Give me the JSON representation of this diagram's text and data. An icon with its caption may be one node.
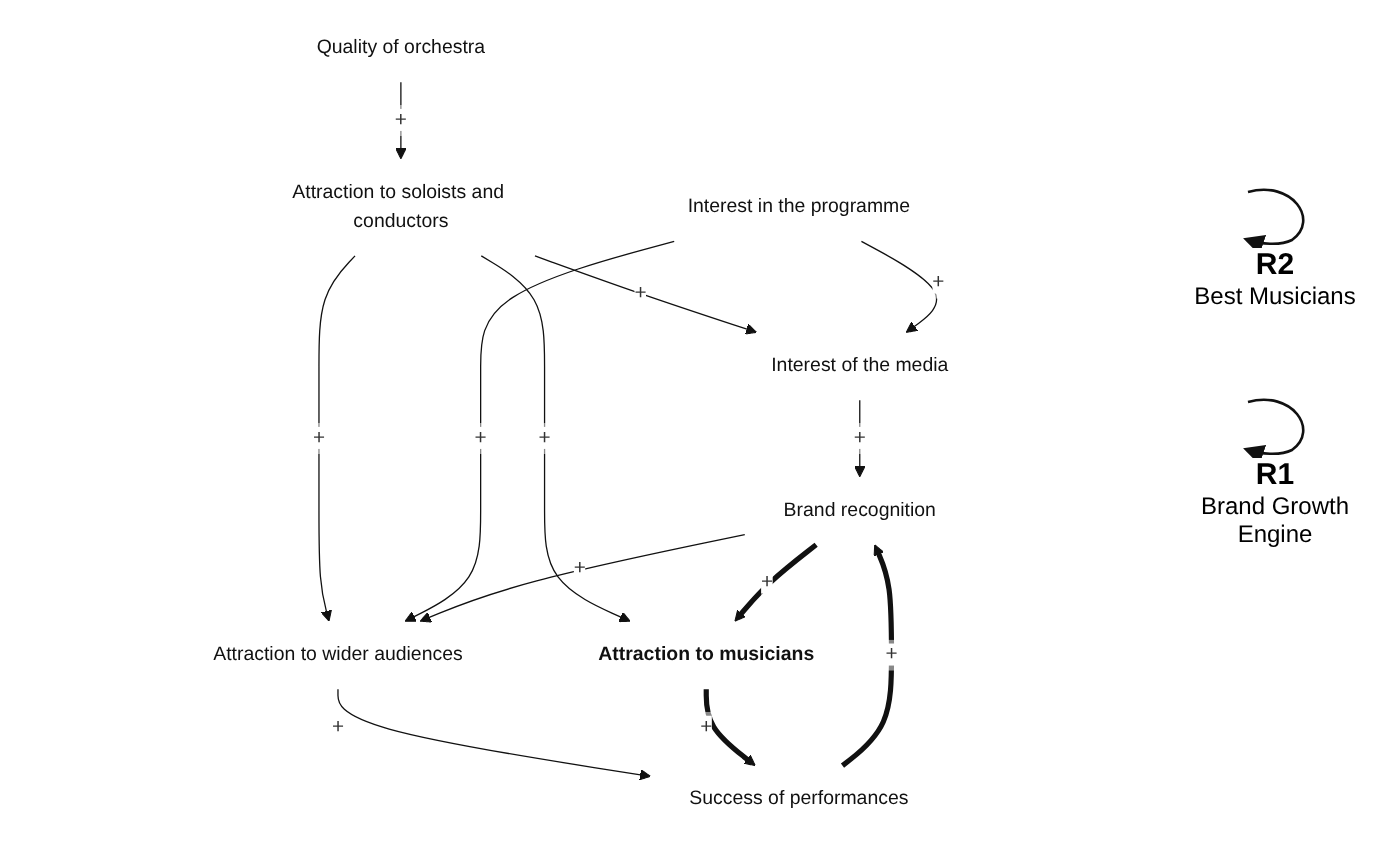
{
  "diagram": {
    "nodes": [
      {
        "text": [
          "Quality of orchestra"
        ]
      },
      {
        "text": [
          "Attraction to soloists and conductors"
        ]
      },
      {
        "text": [
          "Interest in the programme"
        ]
      },
      {
        "text": [
          "Attraction to wider audiences"
        ]
      },
      {
        "text": [
          "Interest of the media"
        ]
      },
      {
        "text": [
          "Attraction to musicians"
        ]
      },
      {
        "text": [
          "Success of performances"
        ]
      },
      {
        "text": [
          "Brand recognition"
        ]
      }
    ],
    "edges": [
      {
        "from": 0,
        "to": 1,
        "arrow": "to",
        "label": "+"
      },
      {
        "from": 1,
        "to": 4,
        "arrow": "to",
        "label": "+"
      },
      {
        "from": 1,
        "to": 3,
        "arrow": "to",
        "label": "+"
      },
      {
        "from": 1,
        "to": 5,
        "arrow": "to",
        "label": "+"
      },
      {
        "from": 2,
        "to": 3,
        "arrow": "to",
        "label": "+"
      },
      {
        "from": 2,
        "to": 4,
        "arrow": "to",
        "label": "+"
      },
      {
        "from": 3,
        "to": 6,
        "arrow": "to",
        "label": "+"
      },
      {
        "from": 5,
        "to": 6,
        "arrow": "to",
        "label": "+",
        "style": "thick"
      },
      {
        "from": 6,
        "to": 7,
        "arrow": "to",
        "label": "+",
        "style": "thick"
      },
      {
        "from": 7,
        "to": 5,
        "arrow": "to",
        "label": "+",
        "style": "thick"
      },
      {
        "from": 4,
        "to": 7,
        "arrow": "to",
        "label": "+"
      },
      {
        "from": 7,
        "to": 3,
        "arrow": "to",
        "label": "+"
      }
    ],
    "labels": [
      "R2",
      "Best Musicians",
      "R1",
      "Brand Growth Engine"
    ]
  }
}
